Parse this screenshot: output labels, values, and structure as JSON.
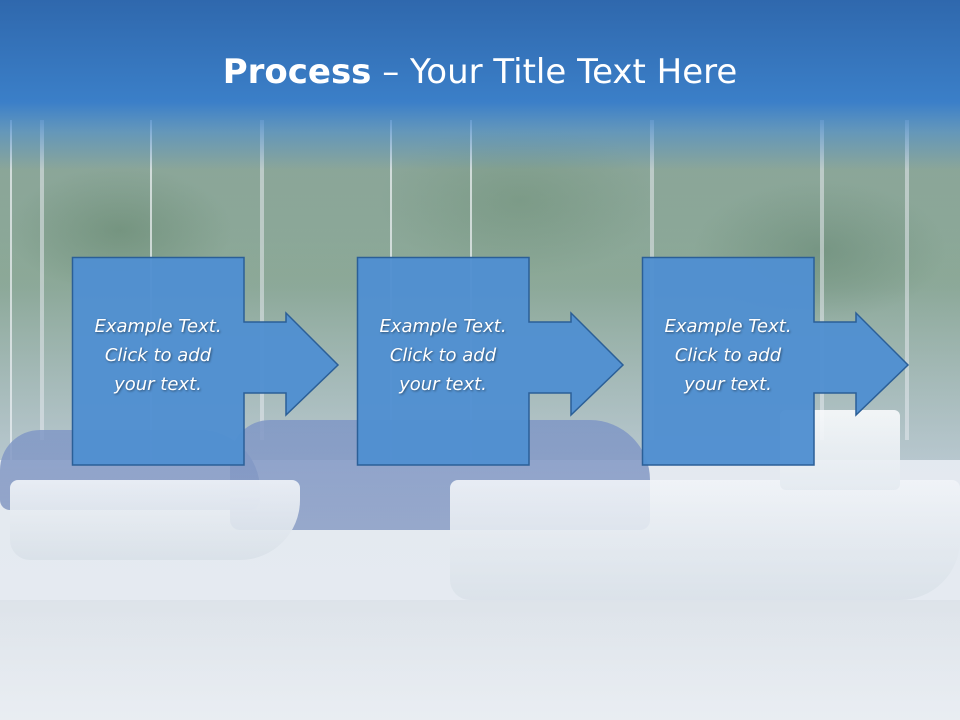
{
  "slide": {
    "title_bold": "Process",
    "title_rest": " – Your Title Text Here"
  },
  "steps": [
    {
      "line1": "Example Text.",
      "line2": "Click  to add",
      "line3": "your text."
    },
    {
      "line1": "Example Text.",
      "line2": "Click  to add",
      "line3": "your text."
    },
    {
      "line1": "Example Text.",
      "line2": "Click  to add",
      "line3": "your text."
    }
  ],
  "colors": {
    "banner": "#3b7fc8",
    "step_fill": "#5190d1",
    "step_border": "#2b5f97",
    "text": "#ffffff"
  }
}
